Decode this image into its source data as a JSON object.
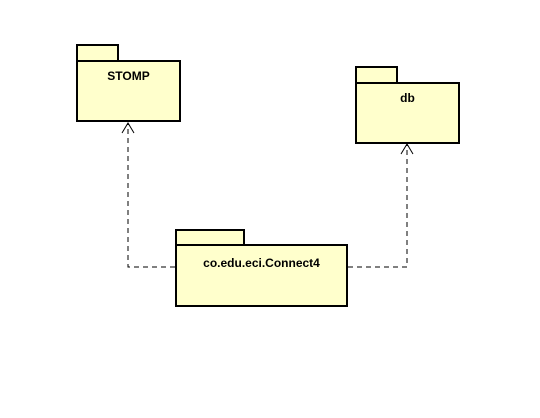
{
  "diagram": {
    "packages": [
      {
        "id": "stomp",
        "name": "STOMP"
      },
      {
        "id": "db",
        "name": "db"
      },
      {
        "id": "connect4",
        "name": "co.edu.eci.Connect4"
      }
    ],
    "dependencies": [
      {
        "from": "connect4",
        "to": "stomp",
        "style": "dashed",
        "arrow": "open"
      },
      {
        "from": "connect4",
        "to": "db",
        "style": "dashed",
        "arrow": "open"
      }
    ],
    "colors": {
      "package_fill": "#ffffcc",
      "stroke": "#000000",
      "background": "#ffffff"
    }
  }
}
